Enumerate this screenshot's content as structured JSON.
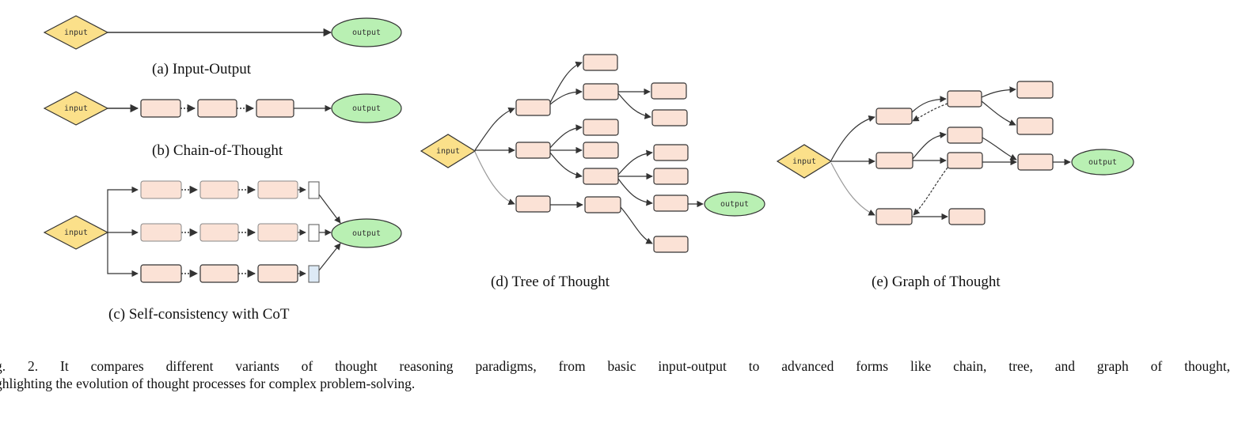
{
  "labels": {
    "input": "input",
    "output": "output"
  },
  "subcaptions": {
    "a": "(a) Input-Output",
    "b": "(b) Chain-of-Thought",
    "c": "(c) Self-consistency with CoT",
    "d": "(d) Tree of Thought",
    "e": "(e) Graph of Thought"
  },
  "figure_caption": {
    "line1": "g. 2.  It compares different variants of thought reasoning paradigms, from basic input-output to advanced forms like chain, tree, and graph of thought,",
    "line2": "ghlighting the evolution of thought processes for complex problem-solving."
  },
  "colors": {
    "input_fill": "#fbe08a",
    "output_fill": "#b9f0b3",
    "thought_fill": "#fbe2d6",
    "vote_fill": "#ddeaf6",
    "edge": "#333333"
  }
}
